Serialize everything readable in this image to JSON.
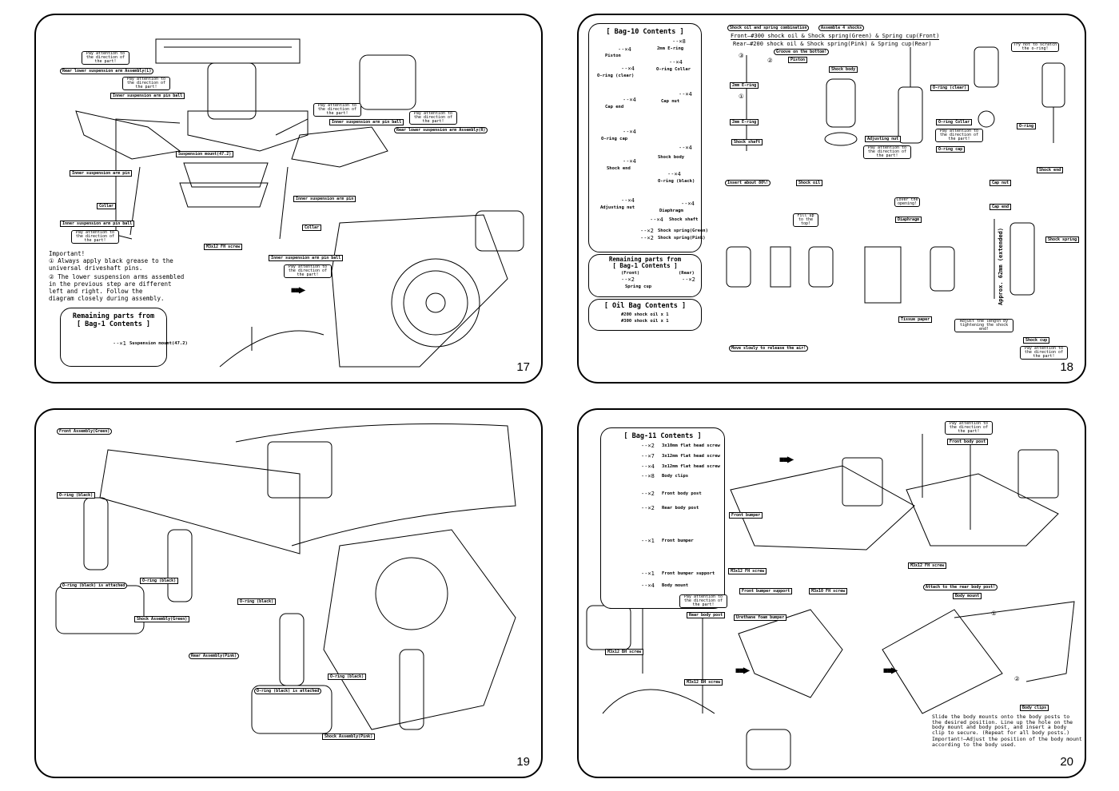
{
  "pages": {
    "p17": {
      "number": "17",
      "labels": {
        "attention": "Pay attention to the direction of the part!",
        "rear_arm_l": "Rear lower suspension arm Assembly(L)",
        "rear_arm_r": "Rear lower suspension arm Assembly(R)",
        "pin_ball": "Inner suspension arm pin ball",
        "pin": "Inner suspension arm pin",
        "collar": "Collar",
        "susp_mount": "Suspension mount(47.2)",
        "screw": "M3x12 FH screw"
      },
      "important_title": "Important!",
      "important_1": "① Always apply black grease to the\n   universal driveshaft pins.",
      "important_2": "② The lower suspension arms assembled\n   in the previous step are different\n   left and right.  Follow the\n   diagram closely during assembly.",
      "remaining": {
        "title": "Remaining parts from\n[ Bag-1 Contents ]",
        "qty": "--×1",
        "item": "Suspension mount(47.2)"
      }
    },
    "p18": {
      "number": "18",
      "bag10": {
        "title": "[ Bag-10 Contents ]",
        "items": [
          {
            "name": "Piston",
            "qty": "--×4"
          },
          {
            "name": "2mm E-ring",
            "qty": "--×8"
          },
          {
            "name": "O-ring (clear)",
            "qty": "--×4"
          },
          {
            "name": "O-ring Collar",
            "qty": "--×4"
          },
          {
            "name": "Cap end",
            "qty": "--×4"
          },
          {
            "name": "Cap nut",
            "qty": "--×4"
          },
          {
            "name": "O-ring cap",
            "qty": "--×4"
          },
          {
            "name": "Shock body",
            "qty": "--×4"
          },
          {
            "name": "Shock end",
            "qty": "--×4"
          },
          {
            "name": "O-ring (black)",
            "qty": "--×4"
          },
          {
            "name": "Adjusting nut",
            "qty": "--×4"
          },
          {
            "name": "Diaphragm",
            "qty": "--×4"
          },
          {
            "name": "Shock shaft",
            "qty": "--×4"
          },
          {
            "name": "Shock spring(Green)",
            "qty": "--×2"
          },
          {
            "name": "Shock spring(Pink)",
            "qty": "--×2"
          }
        ]
      },
      "remaining": {
        "title": "Remaining parts from\n[ Bag-1 Contents ]",
        "front": "(Front)",
        "rear": "(Rear)",
        "qty": "--×2",
        "item": "Spring cup"
      },
      "oilbag": {
        "title": "[ Oil Bag Contents ]",
        "line1": "#200 shock oil x 1",
        "line2": "#300 shock oil x 1"
      },
      "header1": "Shock oil and spring combination",
      "header2": "Assemble 4 shocks",
      "combo_front": "Front—#300 shock oil  &  Shock spring(Green)  &  Spring cup(Front)",
      "combo_rear": "Rear—#200 shock oil  &  Shock spring(Pink)   &  Spring cup(Rear)",
      "labels": {
        "groove": "Groove on the bottom!",
        "piston": "Piston",
        "eclip1": "2mm E-ring",
        "eclip2": "2mm E-ring",
        "shaft": "Shock shaft",
        "body": "Shock body",
        "adj_nut": "Adjusting nut",
        "attention": "Pay attention to the direction of the part!",
        "oring_clear": "O-ring (clear)",
        "oring_collar": "O-ring Collar",
        "oring_cap": "O-ring cap",
        "oring": "O-ring",
        "scratch": "Try not to scratch the o-ring!",
        "shock_end": "Shock end",
        "insert": "Insert about 80%!",
        "shock_oil": "Shock oil",
        "fill": "Fill up to the top!",
        "cover": "Cover the opening!",
        "diaphragm": "Diaphragm",
        "tissue": "Tissue paper",
        "cap_nut": "Cap nut",
        "cap_end": "Cap end",
        "shock_spring": "Shock spring",
        "length": "Approx. 62mm (extended)",
        "adjust": "Adjust the length by tightening the shock end!",
        "shock_cup": "Shock cup",
        "move": "Move slowly to release the air!"
      },
      "steps": {
        "s1": "①",
        "s2": "②",
        "s3": "③"
      }
    },
    "p19": {
      "number": "19",
      "labels": {
        "front": "Front Assembly(Green)",
        "oring1": "O-ring (black)",
        "oring2": "O-ring (black)",
        "attached1": "O-ring (black) is attached",
        "shock_green": "Shock Assembly(Green)",
        "rear": "Rear Assembly(Pink)",
        "oring3": "O-ring (black)",
        "oring4": "O-ring (black)",
        "attached2": "O-ring (black) is attached",
        "shock_pink": "Shock Assembly(Pink)"
      }
    },
    "p20": {
      "number": "20",
      "bag11": {
        "title": "[ Bag-11 Contents ]",
        "items": [
          {
            "name": "3x10mm flat head screw",
            "qty": "--×2"
          },
          {
            "name": "3x12mm flat head screw",
            "qty": "--×7"
          },
          {
            "name": "3x12mm flat head screw",
            "qty": "--×4"
          },
          {
            "name": "Body clips",
            "qty": "--×8"
          },
          {
            "name": "Front body post",
            "qty": "--×2"
          },
          {
            "name": "Rear body post",
            "qty": "--×2"
          },
          {
            "name": "Front bumper",
            "qty": "--×1"
          },
          {
            "name": "Front bumper support",
            "qty": "--×1"
          },
          {
            "name": "Body mount",
            "qty": "--×4"
          }
        ]
      },
      "labels": {
        "front_bumper": "Front bumper",
        "m3x12_fh": "M3x12 FH screw",
        "m3x12_fh2": "M3x12 FH screw",
        "attention1": "Pay attention to the direction of the part!",
        "front_post": "Front body post",
        "bumper_support": "Front bumper support",
        "m3x10_fh": "M3x10 FH screw",
        "attention2": "Pay attention to the direction of the part!",
        "rear_post": "Rear body post",
        "foam": "Urethane foam bumper",
        "m3x12_bh1": "M3x12 BH screw",
        "m3x12_bh2": "M3x12 BH screw",
        "attach": "Attach to the rear body post!",
        "body_mount": "Body mount",
        "body_clip": "Body clips"
      },
      "instructions": "Slide the body mounts onto the body posts to\nthe desired position.  Line up the hole on the\nbody mount and body post, and insert a body\nclip to secure.  (Repeat for all body posts.)",
      "important": "Important!—Adjust the position of the body mount\n            according to the body used.",
      "steps": {
        "s1": "①",
        "s2": "②"
      }
    }
  }
}
